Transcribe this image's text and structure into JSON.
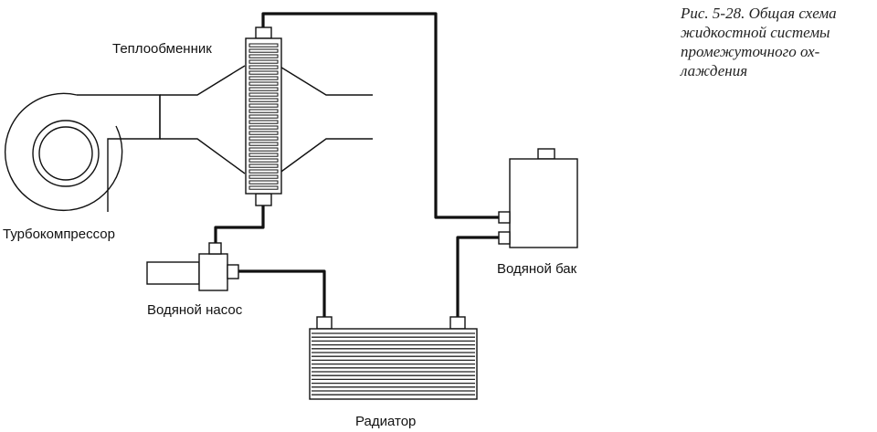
{
  "caption": {
    "lines": [
      "Рис. 5-28. Общая схема",
      "жидкостной системы",
      "промежуточного ох-",
      "лаждения"
    ]
  },
  "labels": {
    "heat_exchanger": "Теплообменник",
    "turbocompressor": "Турбокомпрессор",
    "water_pump": "Водяной насос",
    "water_tank": "Водяной бак",
    "radiator": "Радиатор"
  }
}
